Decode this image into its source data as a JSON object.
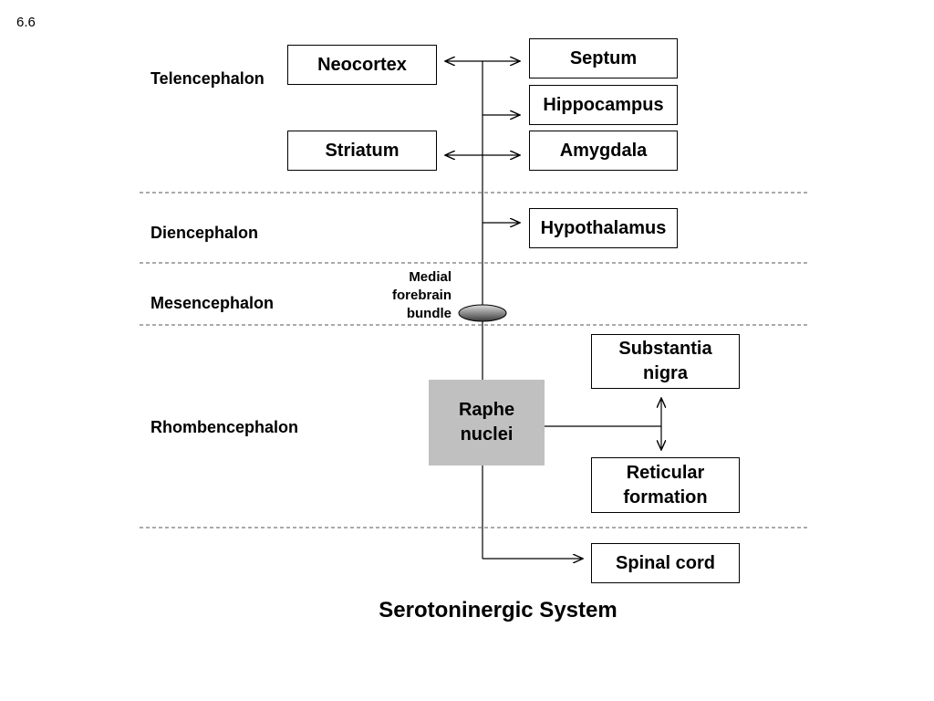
{
  "slide_number": "6.6",
  "regions": {
    "telencephalon": "Telencephalon",
    "diencephalon": "Diencephalon",
    "mesencephalon": "Mesencephalon",
    "rhombencephalon": "Rhombencephalon"
  },
  "boxes": {
    "neocortex": "Neocortex",
    "septum": "Septum",
    "hippocampus": "Hippocampus",
    "striatum": "Striatum",
    "amygdala": "Amygdala",
    "hypothalamus": "Hypothalamus",
    "substantia_nigra": "Substantia nigra",
    "raphe_nuclei": "Raphe nuclei",
    "reticular_formation": "Reticular formation",
    "spinal_cord": "Spinal cord"
  },
  "medial_forebrain_bundle": {
    "label": "Medial forebrain bundle"
  },
  "title": "Serotoninergic System"
}
